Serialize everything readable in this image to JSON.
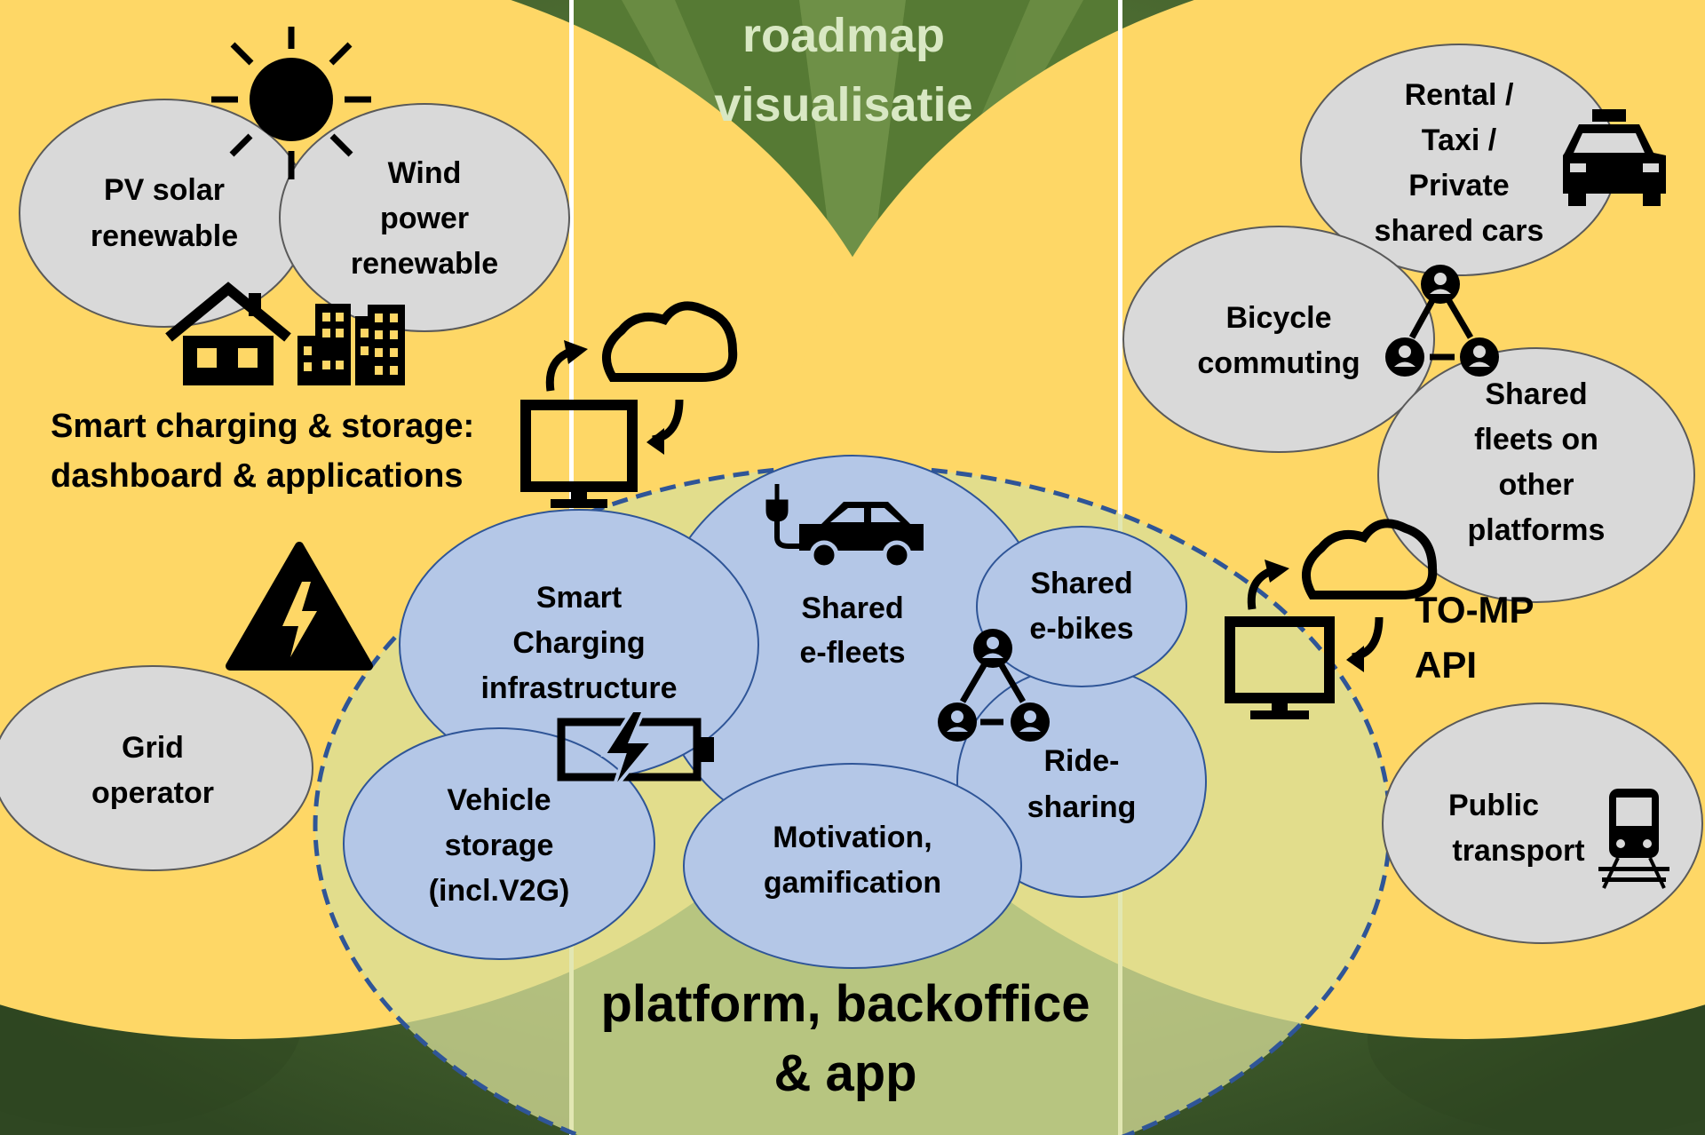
{
  "title": {
    "line1": "roadmap",
    "line2": "visualisatie"
  },
  "platform": {
    "line1": "platform, backoffice",
    "line2": "& app"
  },
  "left": {
    "pv": {
      "line1": "PV solar",
      "line2": "renewable"
    },
    "wind": {
      "line1": "Wind",
      "line2": "power",
      "line3": "renewable"
    },
    "smart_charging_storage": {
      "line1": "Smart charging & storage:",
      "line2": "dashboard & applications"
    },
    "grid": {
      "line1": "Grid",
      "line2": "operator"
    }
  },
  "center": {
    "smart_charging": {
      "line1": "Smart",
      "line2": "Charging",
      "line3": "infrastructure"
    },
    "shared_efleets": {
      "line1": "Shared",
      "line2": "e-fleets"
    },
    "shared_ebikes": {
      "line1": "Shared",
      "line2": "e-bikes"
    },
    "ridesharing": {
      "line1": "Ride-",
      "line2": "sharing"
    },
    "vehicle_storage": {
      "line1": "Vehicle",
      "line2": "storage",
      "line3": "(incl.V2G)"
    },
    "motivation": {
      "line1": "Motivation,",
      "line2": "gamification"
    }
  },
  "right": {
    "rental": {
      "line1": "Rental /",
      "line2": "Taxi /",
      "line3": "Private",
      "line4": "shared cars"
    },
    "bicycle": {
      "line1": "Bicycle",
      "line2": "commuting"
    },
    "shared_fleets": {
      "line1": "Shared",
      "line2": "fleets on",
      "line3": "other",
      "line4": "platforms"
    },
    "tomp": {
      "line1": "TO-MP",
      "line2": "API"
    },
    "public_transport": {
      "line1": "Public",
      "line2": "transport"
    }
  },
  "icons": [
    "sun-icon",
    "house-icon",
    "buildings-icon",
    "sync-cloud-monitor-icon",
    "high-voltage-warning-icon",
    "electric-car-icon",
    "battery-charging-icon",
    "network-people-icon",
    "taxi-icon",
    "train-icon"
  ],
  "colors": {
    "yellow": "#fed766",
    "grey_bubble": "#d9d9d9",
    "blue_bubble": "#b4c7e7",
    "platform_fill": "#d8df9a",
    "dashed_border": "#2f5597",
    "title_text": "#d9e8c4",
    "tomp_text": "#000000"
  }
}
